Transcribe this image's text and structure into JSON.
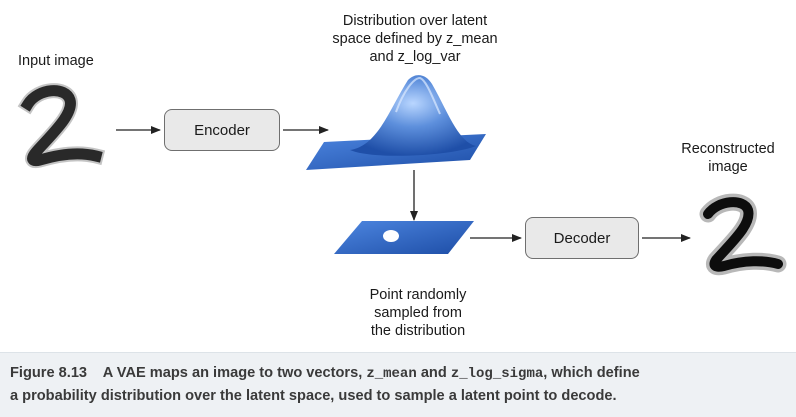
{
  "labels": {
    "input_image": "Input image",
    "distribution": [
      "Distribution over latent",
      "space defined by z_mean",
      "and z_log_var"
    ],
    "reconstructed": [
      "Reconstructed",
      "image"
    ],
    "point_sampled": [
      "Point randomly",
      "sampled from",
      "the distribution"
    ]
  },
  "boxes": {
    "encoder": "Encoder",
    "decoder": "Decoder"
  },
  "caption": {
    "figure_number": "Figure 8.13",
    "text_1": "A VAE maps an image to two vectors,",
    "code_1": "z_mean",
    "text_2": "and",
    "code_2": "z_log_sigma",
    "text_3": ", which define",
    "text_4": "a probability distribution over the latent space, used to sample a latent point to decode."
  },
  "colors": {
    "surface_blue": "#2a63c4",
    "surface_light": "#7fb0ee",
    "box_fill": "#e9e9e9",
    "caption_bg": "#eef1f4"
  }
}
